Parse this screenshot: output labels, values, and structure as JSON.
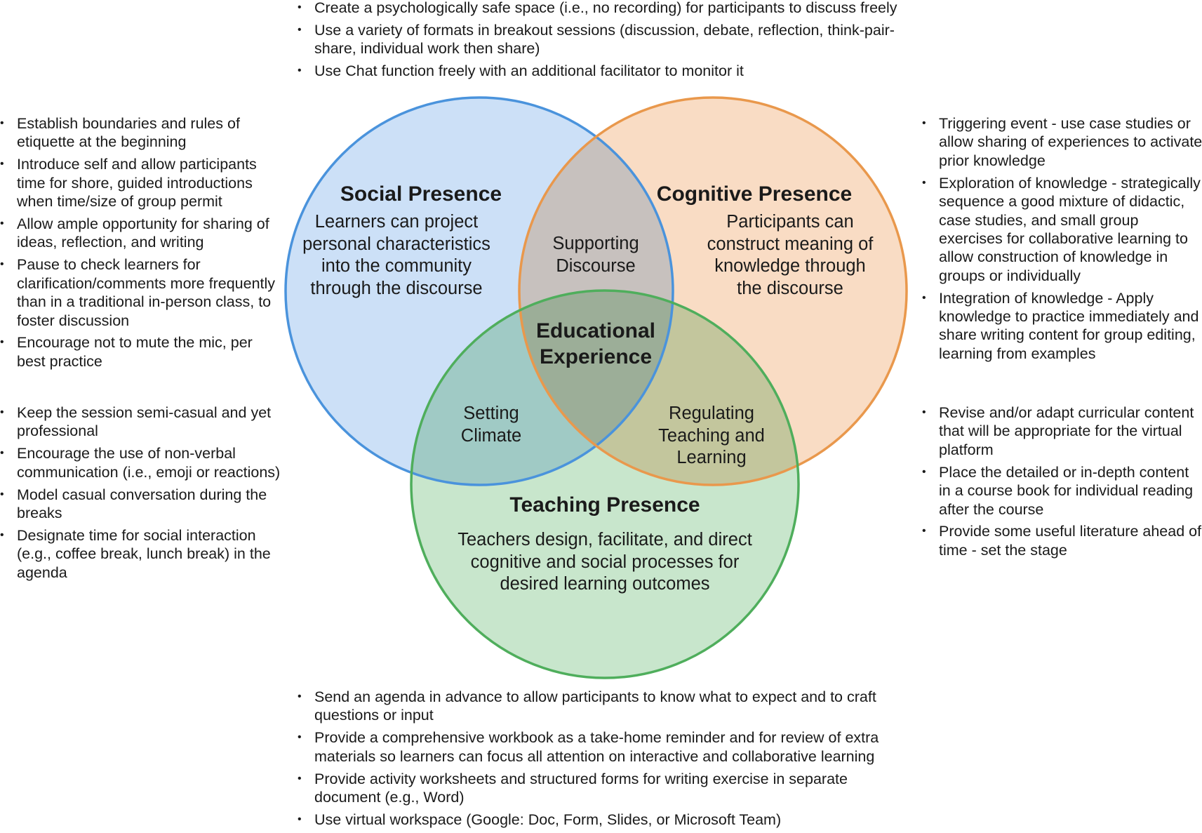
{
  "colors": {
    "social_fill": "#cce0f7",
    "social_stroke": "#4a93dc",
    "cognitive_fill": "#f9dcc4",
    "cognitive_stroke": "#e9984c",
    "teaching_fill": "#c8e6cc",
    "teaching_stroke": "#4fae5c"
  },
  "circles": {
    "social": {
      "title": "Social Presence",
      "desc": [
        "Learners can project",
        "personal characteristics",
        "into the community",
        "through the discourse"
      ]
    },
    "cognitive": {
      "title": "Cognitive Presence",
      "desc": [
        "Participants can",
        "construct meaning of",
        "knowledge through",
        "the discourse"
      ]
    },
    "teaching": {
      "title": "Teaching Presence",
      "desc": [
        "Teachers design, facilitate, and direct",
        "cognitive and social processes for",
        "desired learning outcomes"
      ]
    }
  },
  "overlaps": {
    "supporting_discourse": [
      "Supporting",
      "Discourse"
    ],
    "setting_climate": [
      "Setting",
      "Climate"
    ],
    "regulating": [
      "Regulating",
      "Teaching and",
      "Learning"
    ],
    "educational_experience": [
      "Educational",
      "Experience"
    ]
  },
  "tips": {
    "top": [
      "Create a psychologically safe space (i.e., no recording) for participants to discuss freely",
      "Use a variety of formats in breakout sessions (discussion, debate, reflection, think-pair-share, individual work then share)",
      "Use Chat function freely with an additional facilitator to monitor it"
    ],
    "left_top": [
      "Establish boundaries and rules of etiquette at the beginning",
      "Introduce self and allow participants time for shore, guided introductions when time/size of group permit",
      "Allow ample opportunity for sharing of ideas, reflection, and writing",
      "Pause to check learners for clarification/comments more frequently than in a traditional in-person class, to foster discussion",
      "Encourage not to mute the mic, per best practice"
    ],
    "left_bottom": [
      "Keep the session semi-casual and yet professional",
      "Encourage the use of non-verbal communication (i.e., emoji or reactions)",
      "Model casual conversation during the breaks",
      "Designate time for social interaction (e.g., coffee break, lunch break) in the agenda"
    ],
    "right_top": [
      "Triggering event - use case studies or allow sharing of experiences to activate prior knowledge",
      "Exploration of knowledge - strategically sequence a good mixture of didactic, case studies, and small group exercises for collaborative learning to allow construction of knowledge in groups or individually",
      "Integration of knowledge - Apply knowledge to practice immediately and share writing content for group editing, learning from examples"
    ],
    "right_bottom": [
      "Revise and/or adapt curricular content that will be appropriate for the virtual platform",
      "Place the detailed or in-depth content in a course book for individual reading after the course",
      "Provide some useful literature ahead of time - set the stage"
    ],
    "bottom": [
      "Send an agenda in advance to allow participants to know what to expect and to craft questions or input",
      "Provide a comprehensive workbook as a take-home reminder and for review of extra materials so learners can focus all attention on interactive and collaborative learning",
      "Provide activity worksheets and structured forms for writing exercise in separate document (e.g., Word)",
      "Use virtual workspace (Google: Doc, Form, Slides, or Microsoft Team)"
    ]
  }
}
